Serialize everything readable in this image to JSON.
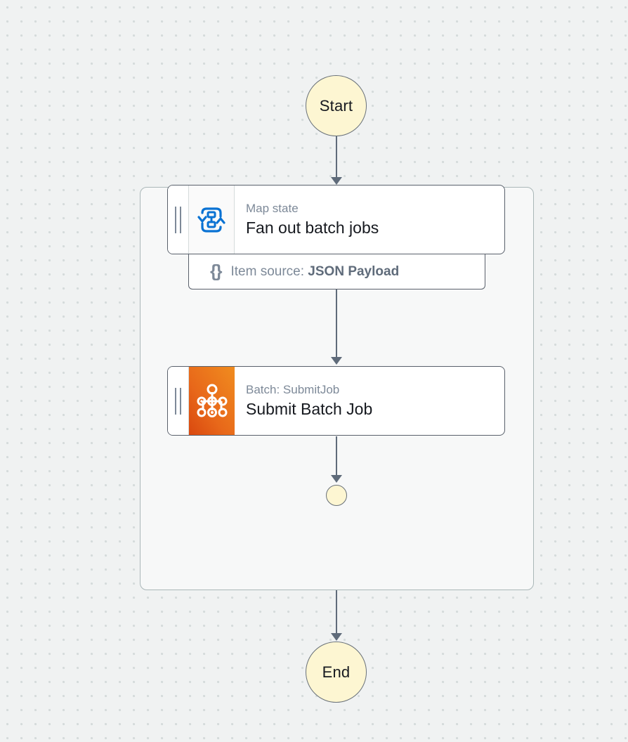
{
  "canvas": {
    "background_color": "#f0f2f2",
    "dot_color": "#d5dbdb"
  },
  "workflow": {
    "start": {
      "label": "Start"
    },
    "end": {
      "label": "End"
    },
    "map_state": {
      "type_label": "Map state",
      "name": "Fan out batch jobs",
      "icon": "map-state-loop-icon",
      "item_source_prefix": "Item source:",
      "item_source_value": "JSON Payload",
      "item_source_icon": "json-braces-icon",
      "brace_glyph": "{}"
    },
    "task_state": {
      "type_label": "Batch: SubmitJob",
      "name": "Submit Batch Job",
      "icon": "aws-batch-icon",
      "icon_gradient_from": "#d9480f",
      "icon_gradient_to": "#f08c1f"
    },
    "iteration_end": {
      "label": ""
    },
    "edge_color": "#5f6b7a",
    "terminal_fill": "#fdf6d2",
    "terminal_border": "#687078"
  }
}
